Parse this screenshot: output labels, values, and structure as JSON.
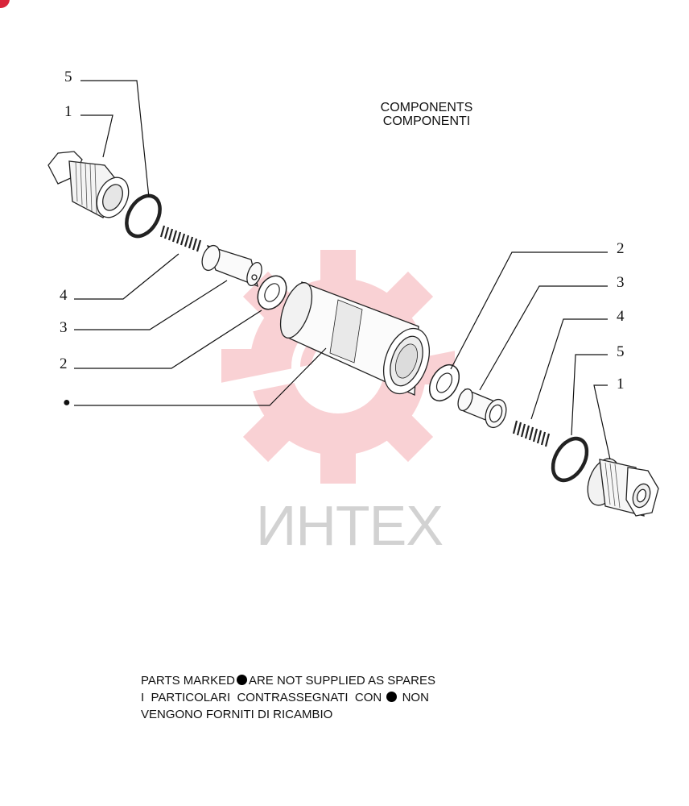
{
  "title": {
    "line1": "COMPONENTS",
    "line2": "COMPONENTI"
  },
  "callouts": {
    "left": [
      {
        "label": "5"
      },
      {
        "label": "1"
      },
      {
        "label": "4"
      },
      {
        "label": "3"
      },
      {
        "label": "2"
      },
      {
        "label": "●"
      }
    ],
    "right": [
      {
        "label": "2"
      },
      {
        "label": "3"
      },
      {
        "label": "4"
      },
      {
        "label": "5"
      },
      {
        "label": "1"
      }
    ]
  },
  "footnote": {
    "en_before": "PARTS MARKED",
    "en_after": "ARE NOT SUPPLIED AS SPARES",
    "it_before": "I  PARTICOLARI  CONTRASSEGNATI  CON",
    "it_after": "NON",
    "it_line2": "VENGONO FORNITI DI RICAMBIO"
  },
  "watermark": {
    "text": "ИНТЕХ",
    "color": "#e8343f"
  }
}
